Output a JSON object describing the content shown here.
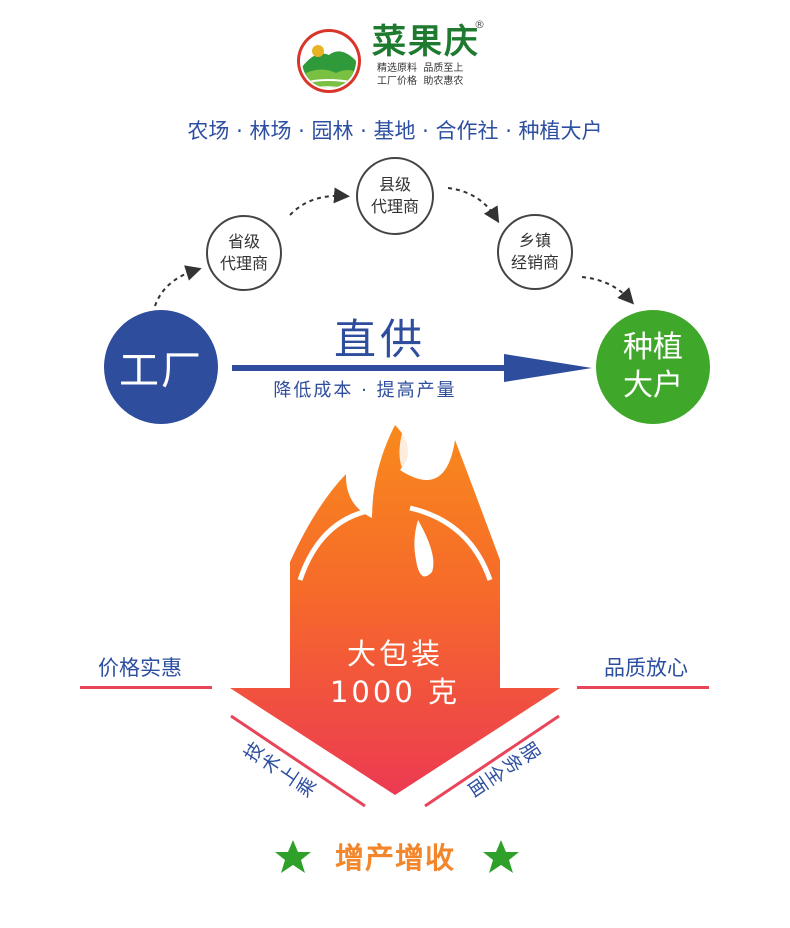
{
  "brand": {
    "name": "菜果庆",
    "reg_mark": "®",
    "slogan": "精选原料  品质至上\n工厂价格  助农惠农"
  },
  "channels": "农场 · 林场 · 园林 · 基地 · 合作社 · 种植大户",
  "nodes": {
    "provincial": [
      "省级",
      "代理商"
    ],
    "county": [
      "县级",
      "代理商"
    ],
    "township": [
      "乡镇",
      "经销商"
    ]
  },
  "factory": "工厂",
  "grower": [
    "种植",
    "大户"
  ],
  "direct": {
    "title": "直供",
    "subtitle": "降低成本 · 提高产量"
  },
  "package": {
    "line1": "大包装",
    "line2": "1000 克"
  },
  "features": {
    "left": "价格实惠",
    "right": "品质放心",
    "bottom_left": "技术上乘",
    "bottom_right": "服务全面"
  },
  "slogan_bottom": "增产增收",
  "colors": {
    "blue": "#2e4d9c",
    "green": "#3fa72a",
    "red": "#e8455a",
    "orange": "#f3862a",
    "star_green": "#2fa02a"
  }
}
